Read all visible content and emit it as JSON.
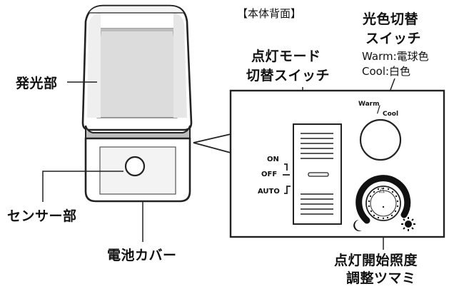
{
  "labels": {
    "back_title": "【本体背面】",
    "light_emitter": "発光部",
    "sensor": "センサー部",
    "battery_cover": "電池カバー",
    "mode_switch_line1": "点灯モード",
    "mode_switch_line2": "切替スイッチ",
    "color_switch_line1": "光色切替",
    "color_switch_line2": "スイッチ",
    "warm_desc": "Warm:電球色",
    "cool_desc": "Cool:白色",
    "dial_line1": "点灯開始照度",
    "dial_line2": "調整ツマミ"
  },
  "switch_positions": {
    "on": "ON",
    "off": "OFF",
    "auto": "AUTO"
  },
  "color_button_label": {
    "warm": "Warm",
    "slash": "/",
    "cool": "Cool"
  },
  "dial": {
    "arrow": "△",
    "moon_icon": "crescent-moon",
    "sun_icon": "sun"
  }
}
